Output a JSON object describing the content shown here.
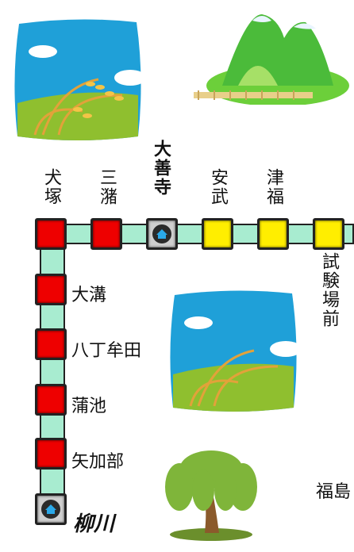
{
  "stations_top": [
    {
      "name": "犬塚",
      "type": "red"
    },
    {
      "name": "三潴",
      "type": "red"
    },
    {
      "name": "大善寺",
      "type": "home"
    },
    {
      "name": "安武",
      "type": "yellow"
    },
    {
      "name": "津福",
      "type": "yellow"
    },
    {
      "name": "試験場前",
      "type": "yellow"
    }
  ],
  "stations_side": [
    {
      "name": "大溝",
      "type": "red"
    },
    {
      "name": "八丁牟田",
      "type": "red"
    },
    {
      "name": "蒲池",
      "type": "red"
    },
    {
      "name": "矢加部",
      "type": "red"
    },
    {
      "name": "柳川",
      "type": "home"
    }
  ],
  "right_label": "福島",
  "colors": {
    "red": "#ee0000",
    "yellow": "#ffee00",
    "track": "#a8ecd0",
    "home": "#2a2a2a"
  }
}
